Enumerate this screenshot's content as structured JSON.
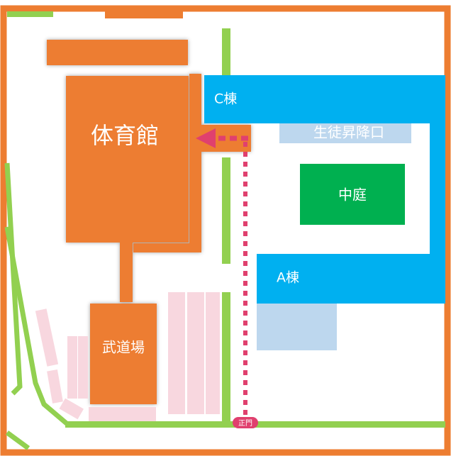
{
  "colors": {
    "orange": "#ED7D31",
    "blue": "#00B0F0",
    "light_blue": "#BDD7EE",
    "green": "#00B050",
    "lime": "#92D050",
    "pink": "#F8D7DF",
    "route": "#E0406E",
    "white": "#FFFFFF"
  },
  "labels": {
    "gym": "体育館",
    "budo": "武道場",
    "c_building": "C棟",
    "a_building": "A棟",
    "entrance": "生徒昇降口",
    "courtyard": "中庭",
    "main_gate": "正門"
  },
  "icons": {
    "route_arrow": "arrow-left-icon"
  }
}
